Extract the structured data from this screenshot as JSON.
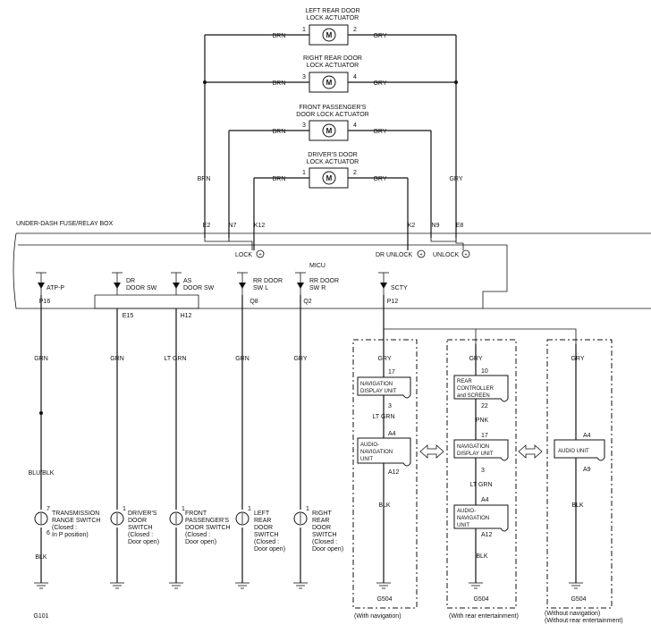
{
  "actuators": [
    {
      "title1": "LEFT REAR DOOR",
      "title2": "LOCK ACTUATOR",
      "pin_l": "1",
      "pin_r": "2",
      "wire_l": "BRN",
      "wire_r": "GRY"
    },
    {
      "title1": "RIGHT REAR DOOR",
      "title2": "LOCK ACTUATOR",
      "pin_l": "3",
      "pin_r": "4",
      "wire_l": "BRN",
      "wire_r": "GRY"
    },
    {
      "title1": "FRONT PASSENGER'S",
      "title2": "DOOR LOCK ACTUATOR",
      "pin_l": "3",
      "pin_r": "4",
      "wire_l": "BRN",
      "wire_r": "GRY"
    },
    {
      "title1": "DRIVER'S DOOR",
      "title2": "LOCK ACTUATOR",
      "pin_l": "1",
      "pin_r": "2",
      "wire_l": "BRN",
      "wire_r": "GRY"
    }
  ],
  "motor_label": "M",
  "bus": {
    "left_wire": "BRN",
    "right_wire": "GRY"
  },
  "fuse_box": {
    "title": "UNDER-DASH FUSE/RELAY BOX",
    "unit": "MICU",
    "lock": "LOCK",
    "dr_unlock": "DR UNLOCK",
    "unlock": "UNLOCK",
    "plus": "+",
    "top_pins": [
      "E2",
      "N7",
      "K12",
      "K2",
      "N9",
      "E8"
    ],
    "inputs": [
      {
        "l1": "ATP-P",
        "l2": "",
        "pin": "P16"
      },
      {
        "l1": "DR",
        "l2": "DOOR SW",
        "pin": "E15"
      },
      {
        "l1": "AS",
        "l2": "DOOR SW",
        "pin": "H12"
      },
      {
        "l1": "RR DOOR",
        "l2": "SW L",
        "pin": "Q8"
      },
      {
        "l1": "RR DOOR",
        "l2": "SW R",
        "pin": "Q2"
      },
      {
        "l1": "SCTY",
        "l2": "",
        "pin": "P12"
      }
    ]
  },
  "switches": [
    {
      "wire_top": "GRN",
      "wire_mid": "BLU/BLK",
      "pin_top": "7",
      "pin_bot": "6",
      "wire_bot": "BLK",
      "l1": "TRANSMISSION",
      "l2": "RANGE SWITCH",
      "l3": "(Closed :",
      "l4": "In P position)",
      "ground": "G101"
    },
    {
      "wire_top": "GRN",
      "pin_top": "1",
      "l1": "DRIVER'S",
      "l2": "DOOR",
      "l3": "SWITCH",
      "l4": "(Closed :",
      "l5": "Door open)"
    },
    {
      "wire_top": "LT GRN",
      "pin_top": "1",
      "l1": "FRONT",
      "l2": "PASSENGER'S",
      "l3": "DOOR SWITCH",
      "l4": "(Closed :",
      "l5": "Door open)"
    },
    {
      "wire_top": "GRN",
      "pin_top": "1",
      "l1": "LEFT",
      "l2": "REAR",
      "l3": "DOOR",
      "l4": "SWITCH",
      "l5": "(Closed :",
      "l6": "Door open)"
    },
    {
      "wire_top": "GRY",
      "pin_top": "1",
      "l1": "RIGHT",
      "l2": "REAR",
      "l3": "DOOR",
      "l4": "SWITCH",
      "l5": "(Closed :",
      "l6": "Door open)"
    }
  ],
  "options": [
    {
      "caption": "(With navigation)",
      "wire1": "GRY",
      "unit1_l1": "NAVIGATION",
      "unit1_l2": "DISPLAY UNIT",
      "pin1_top": "17",
      "pin1_bot": "3",
      "wire2": "LT GRN",
      "unit2_l1": "AUDIO-",
      "unit2_l2": "NAVIGATION",
      "unit2_l3": "UNIT",
      "pin2_top": "A4",
      "pin2_bot": "A12",
      "wire3": "BLK",
      "ground": "G504"
    },
    {
      "caption": "(With rear entertainment)",
      "wire1": "GRY",
      "unit1_l1": "REAR",
      "unit1_l2": "CONTROLLER",
      "unit1_l3": "and SCREEN",
      "pin1_top": "10",
      "pin1_bot": "22",
      "wire2": "PNK",
      "unit2_l1": "NAVIGATION",
      "unit2_l2": "DISPLAY UNIT",
      "pin2_top": "17",
      "pin2_bot": "3",
      "wire3": "LT GRN",
      "unit3_l1": "AUDIO-",
      "unit3_l2": "NAVIGATION",
      "unit3_l3": "UNIT",
      "pin3_top": "A4",
      "pin3_bot": "A12",
      "wire4": "BLK",
      "ground": "G504"
    },
    {
      "caption1": "(Without navigation)",
      "caption2": "(Without rear entertainment)",
      "wire1": "GRY",
      "unit1": "AUDIO UNIT",
      "pin1_top": "A4",
      "pin1_bot": "A9",
      "wire2": "BLK",
      "ground": "G504"
    }
  ]
}
